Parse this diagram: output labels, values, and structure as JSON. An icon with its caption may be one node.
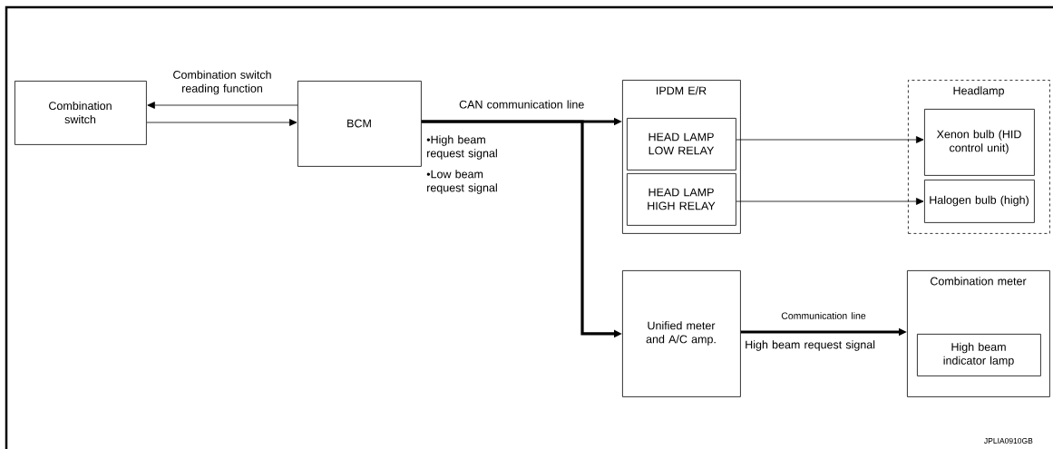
{
  "diagram": {
    "nodes": [
      {
        "text": [
          "Combination switch"
        ]
      },
      {
        "text": [
          "BCM"
        ]
      },
      {
        "text": [
          "IPDM E/R"
        ]
      },
      {
        "text": [
          "HEAD LAMP LOW RELAY"
        ],
        "in": 2
      },
      {
        "text": [
          "HEAD LAMP HIGH RELAY"
        ],
        "in": 2
      },
      {
        "text": [
          "Headlamp"
        ]
      },
      {
        "text": [
          "Xenon bulb (HID control unit)"
        ],
        "in": 5
      },
      {
        "text": [
          "Halogen bulb (high)"
        ],
        "in": 5
      },
      {
        "text": [
          "Unified meter and A/C amp."
        ]
      },
      {
        "text": [
          "Combination meter"
        ]
      },
      {
        "text": [
          "High beam indicator lamp"
        ],
        "in": 9
      }
    ],
    "edges": [
      {
        "from": 1,
        "to": 0,
        "arrow": "to",
        "label": "Combination switch reading function"
      },
      {
        "from": 0,
        "to": 1,
        "arrow": "to"
      },
      {
        "from": 1,
        "to": 2,
        "arrow": "to",
        "style": "thick",
        "label": "CAN communication line"
      },
      {
        "from": 1,
        "to": 8,
        "arrow": "to",
        "style": "thick"
      },
      {
        "from": 3,
        "to": 6,
        "arrow": "to"
      },
      {
        "from": 4,
        "to": 7,
        "arrow": "to"
      },
      {
        "from": 8,
        "to": 9,
        "arrow": "to",
        "style": "thick",
        "label": "Communication line"
      }
    ],
    "labels": [
      "•High beam request signal",
      "•Low beam request signal",
      "High beam request signal",
      "JPLIA0910GB"
    ]
  }
}
